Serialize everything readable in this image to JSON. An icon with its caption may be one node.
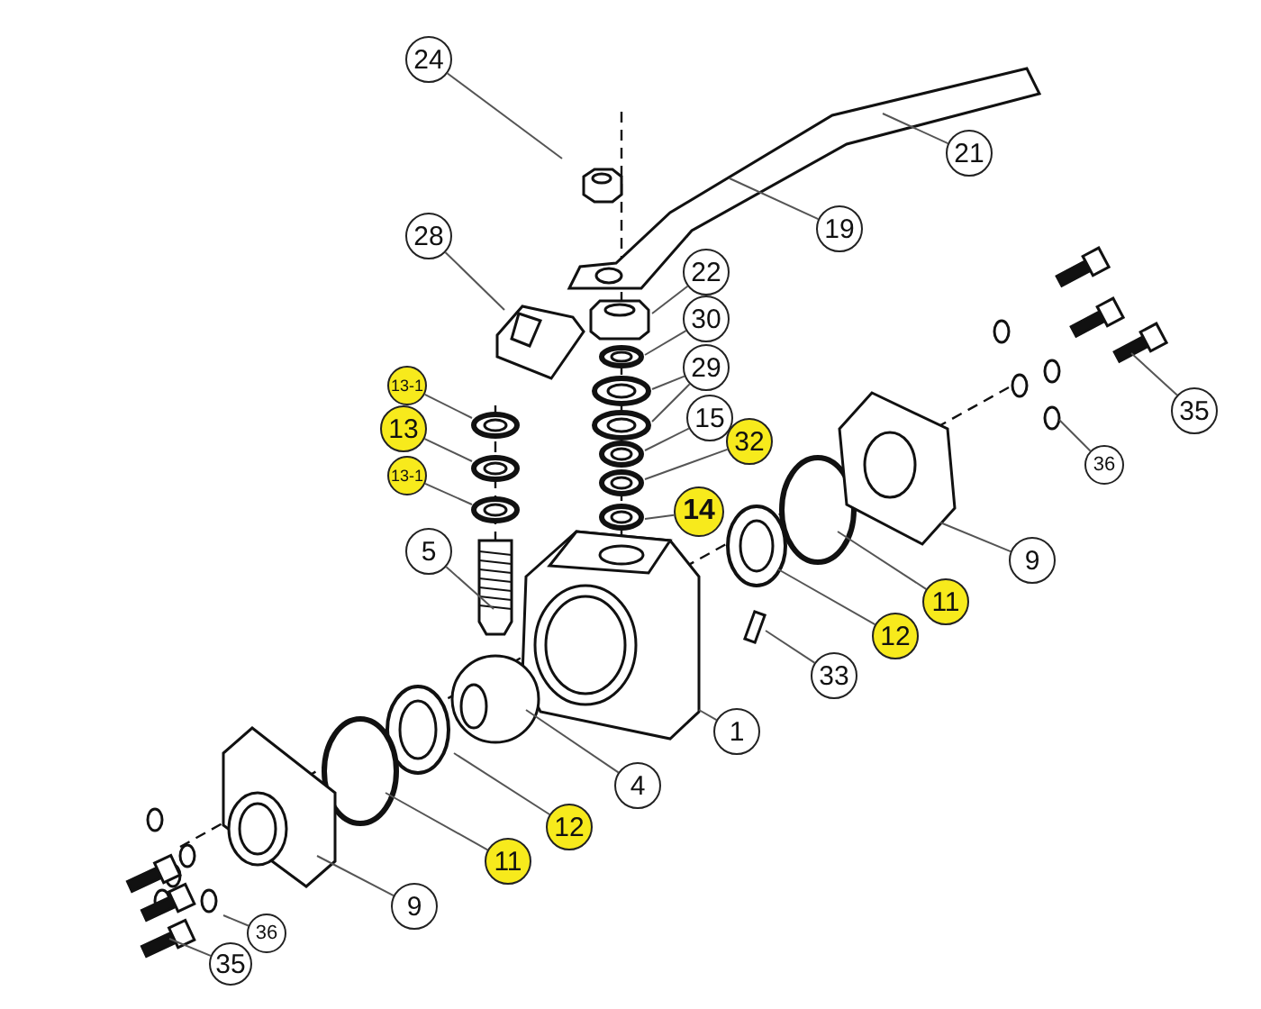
{
  "diagram": {
    "nodes": [
      {
        "text": [
          "24"
        ]
      },
      {
        "text": [
          "21"
        ]
      },
      {
        "text": [
          "19"
        ]
      },
      {
        "text": [
          "28"
        ]
      },
      {
        "text": [
          "22"
        ]
      },
      {
        "text": [
          "30"
        ]
      },
      {
        "text": [
          "29"
        ]
      },
      {
        "text": [
          "15"
        ]
      },
      {
        "text": [
          "32"
        ]
      },
      {
        "text": [
          "13-1"
        ]
      },
      {
        "text": [
          "13"
        ]
      },
      {
        "text": [
          "13-1"
        ]
      },
      {
        "text": [
          "14"
        ]
      },
      {
        "text": [
          "5"
        ]
      },
      {
        "text": [
          "35"
        ]
      },
      {
        "text": [
          "36"
        ]
      },
      {
        "text": [
          "9"
        ]
      },
      {
        "text": [
          "11"
        ]
      },
      {
        "text": [
          "12"
        ]
      },
      {
        "text": [
          "33"
        ]
      },
      {
        "text": [
          "1"
        ]
      },
      {
        "text": [
          "4"
        ]
      },
      {
        "text": [
          "12"
        ]
      },
      {
        "text": [
          "11"
        ]
      },
      {
        "text": [
          "9"
        ]
      },
      {
        "text": [
          "36"
        ]
      },
      {
        "text": [
          "35"
        ]
      }
    ],
    "edges": [
      {
        "from": 0,
        "to": null,
        "arrow": "none"
      },
      {
        "from": 1,
        "to": null,
        "arrow": "none"
      },
      {
        "from": 2,
        "to": null,
        "arrow": "none"
      },
      {
        "from": 3,
        "to": null,
        "arrow": "none"
      },
      {
        "from": 4,
        "to": null,
        "arrow": "none"
      },
      {
        "from": 5,
        "to": null,
        "arrow": "none"
      },
      {
        "from": 6,
        "to": null,
        "arrow": "none"
      },
      {
        "from": 6,
        "to": null,
        "arrow": "none"
      },
      {
        "from": 7,
        "to": null,
        "arrow": "none"
      },
      {
        "from": 8,
        "to": null,
        "arrow": "none"
      },
      {
        "from": 9,
        "to": null,
        "arrow": "none"
      },
      {
        "from": 10,
        "to": null,
        "arrow": "none"
      },
      {
        "from": 11,
        "to": null,
        "arrow": "none"
      },
      {
        "from": 12,
        "to": null,
        "arrow": "none"
      },
      {
        "from": 13,
        "to": null,
        "arrow": "none"
      },
      {
        "from": 14,
        "to": null,
        "arrow": "none"
      },
      {
        "from": 15,
        "to": null,
        "arrow": "none"
      },
      {
        "from": 16,
        "to": null,
        "arrow": "none"
      },
      {
        "from": 17,
        "to": null,
        "arrow": "none"
      },
      {
        "from": 18,
        "to": null,
        "arrow": "none"
      },
      {
        "from": 19,
        "to": null,
        "arrow": "none"
      },
      {
        "from": 20,
        "to": null,
        "arrow": "none"
      },
      {
        "from": 21,
        "to": null,
        "arrow": "none"
      },
      {
        "from": 22,
        "to": null,
        "arrow": "none"
      },
      {
        "from": 23,
        "to": null,
        "arrow": "none"
      },
      {
        "from": 24,
        "to": null,
        "arrow": "none"
      },
      {
        "from": 25,
        "to": null,
        "arrow": "none"
      },
      {
        "from": 26,
        "to": null,
        "arrow": "none"
      }
    ]
  }
}
